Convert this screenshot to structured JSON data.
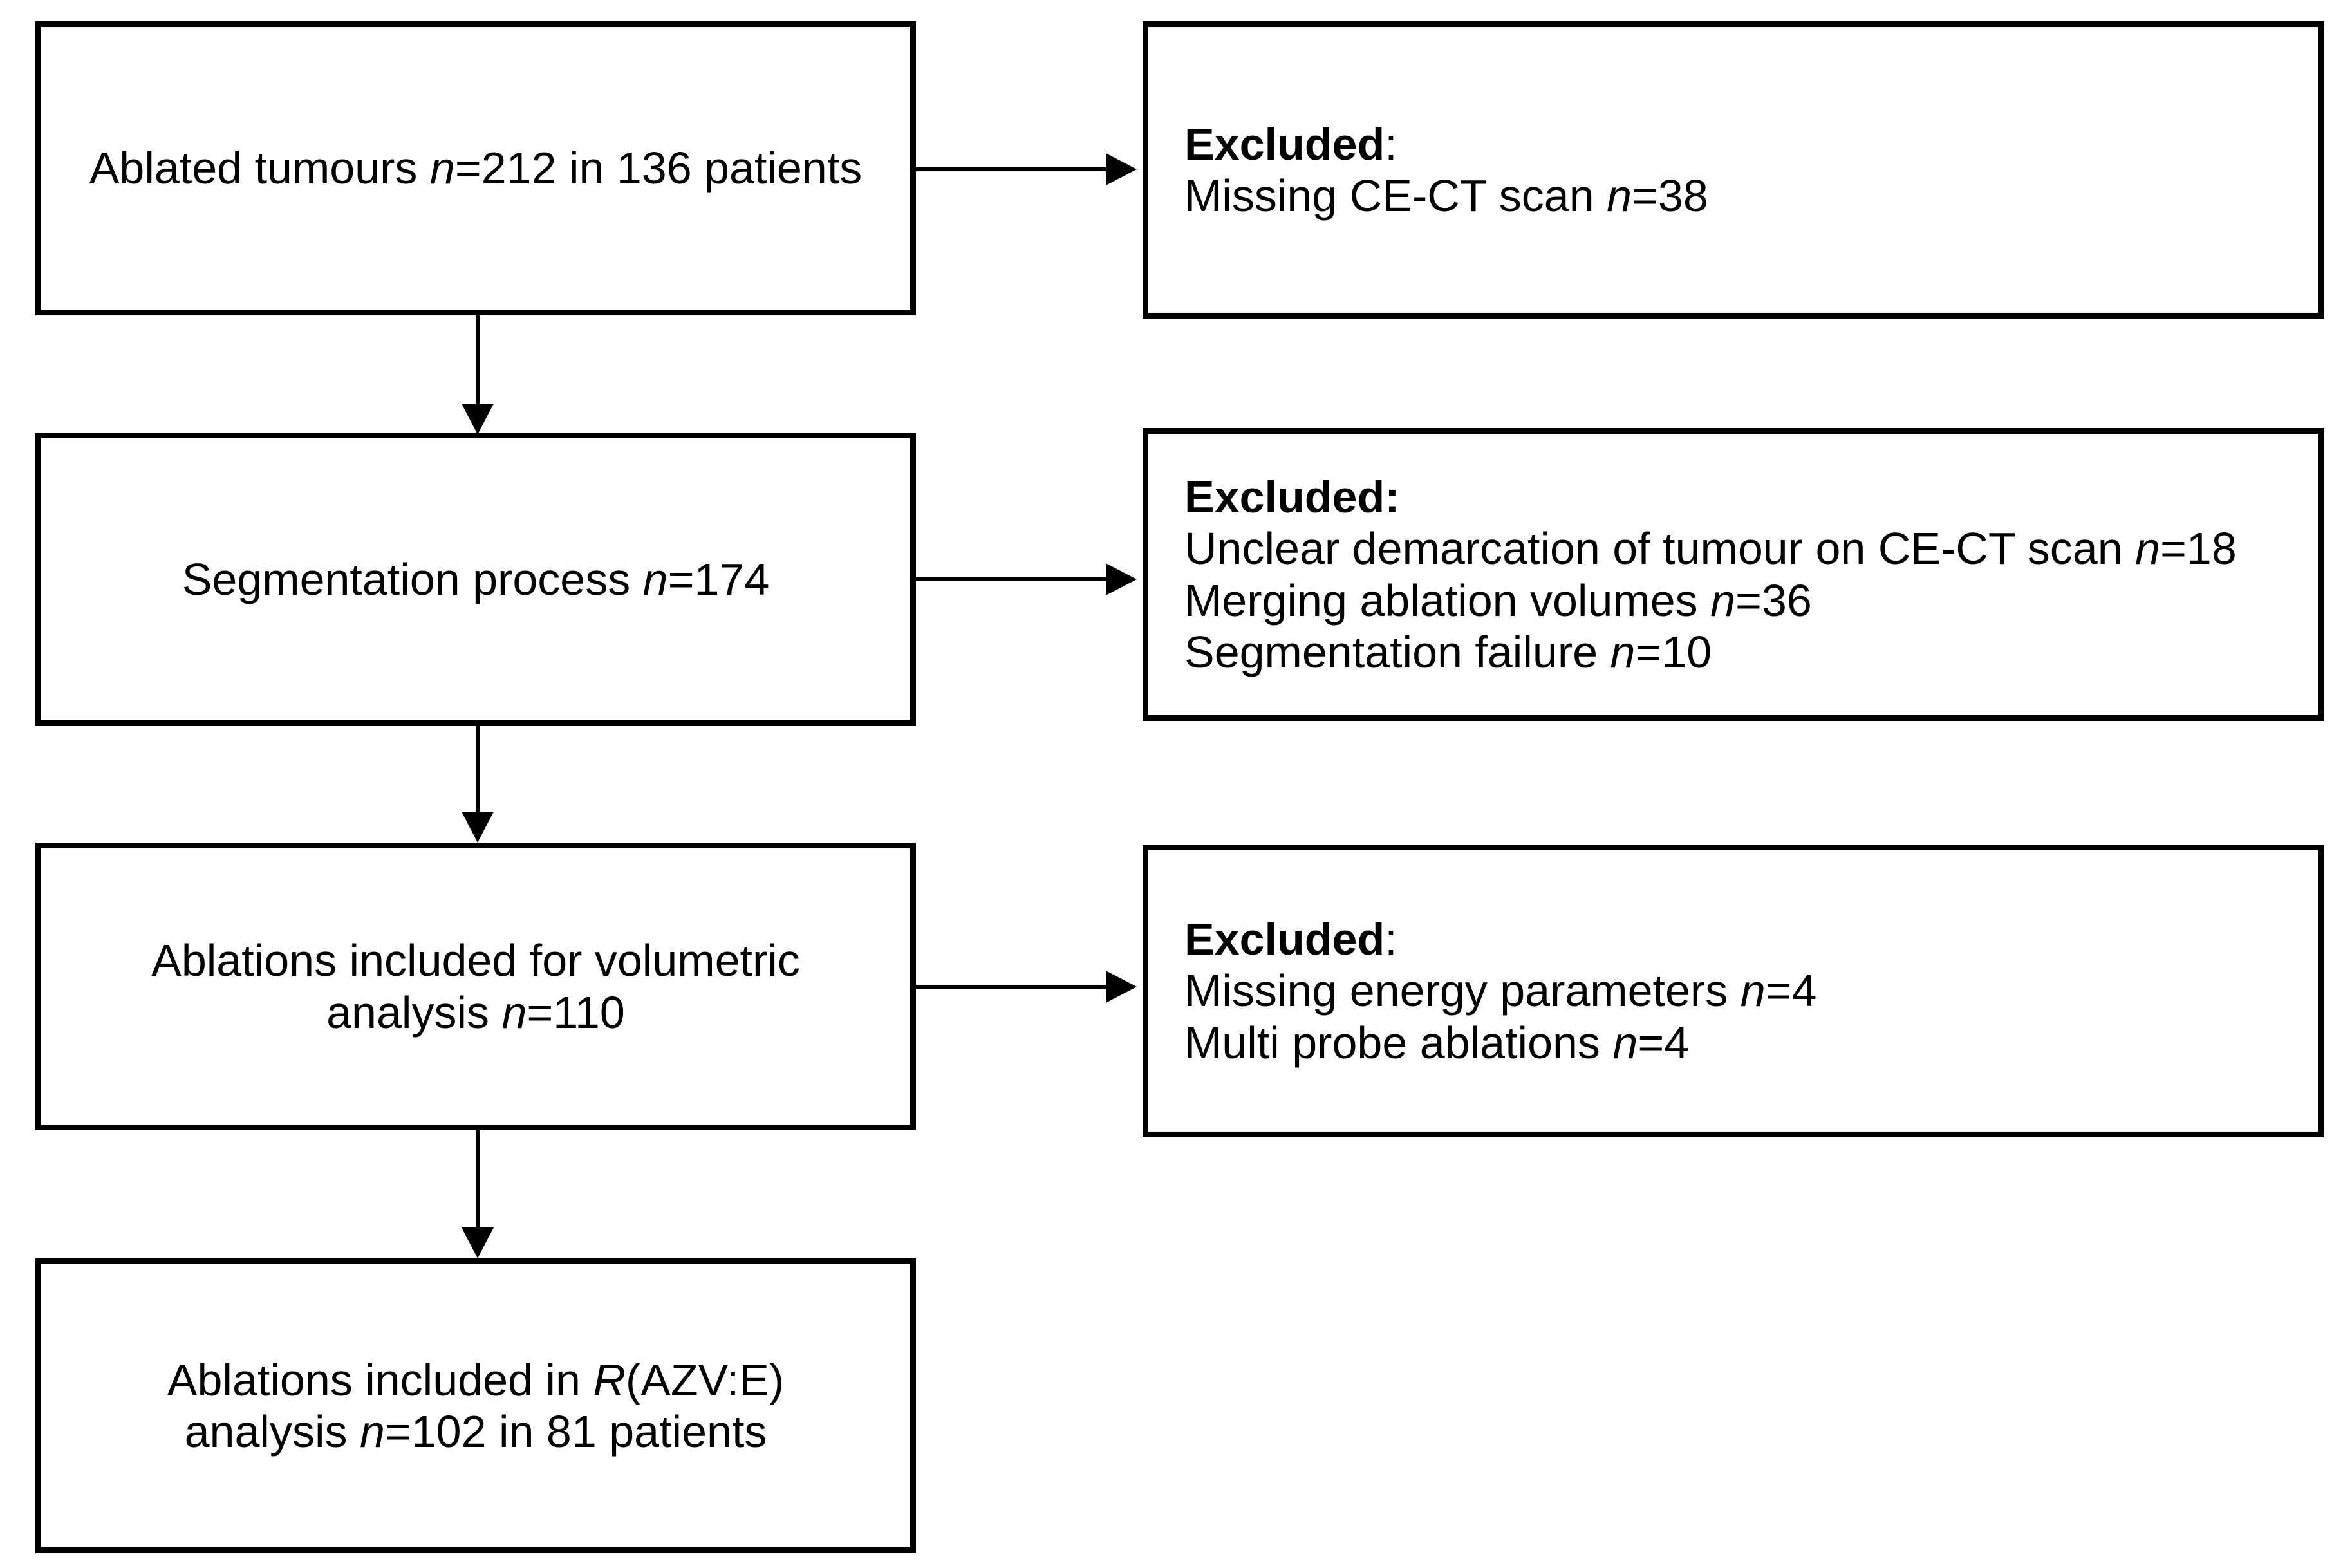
{
  "colors": {
    "line": "#000000",
    "box_border": "#000000",
    "box_fill": "#ffffff",
    "page_background": "#ffffff",
    "text": "#000000"
  },
  "flow_steps": {
    "step1": {
      "pre": "Ablated tumours ",
      "n": "n",
      "post": "=212 in 136 patients"
    },
    "step2": {
      "pre": "Segmentation process ",
      "n": "n",
      "post": "=174"
    },
    "step3": {
      "line1": "Ablations included for volumetric",
      "line2_pre": "analysis ",
      "n": "n",
      "line2_post": "=110"
    },
    "step4": {
      "line1_pre": "Ablations included in ",
      "r": "R",
      "line1_post": "(AZV:E)",
      "line2_pre": "analysis ",
      "n": "n",
      "line2_post": "=102 in 81 patients"
    }
  },
  "exclusions": {
    "ex1": {
      "heading": "Excluded",
      "colon": ":",
      "items": {
        "i1": {
          "pre": "Missing CE-CT scan ",
          "n": "n",
          "post": "=38"
        }
      }
    },
    "ex2": {
      "heading": "Excluded:",
      "items": {
        "i1": {
          "pre": "Unclear demarcation of tumour on CE-CT scan ",
          "n": "n",
          "post": "=18"
        },
        "i2": {
          "pre": "Merging ablation volumes ",
          "n": "n",
          "post": "=36"
        },
        "i3": {
          "pre": "Segmentation failure ",
          "n": "n",
          "post": "=10"
        }
      }
    },
    "ex3": {
      "heading": "Excluded",
      "colon": ":",
      "items": {
        "i1": {
          "pre": "Missing energy parameters ",
          "n": "n",
          "post": "=4"
        },
        "i2": {
          "pre": "Multi probe ablations ",
          "n": "n",
          "post": "=4"
        }
      }
    }
  }
}
